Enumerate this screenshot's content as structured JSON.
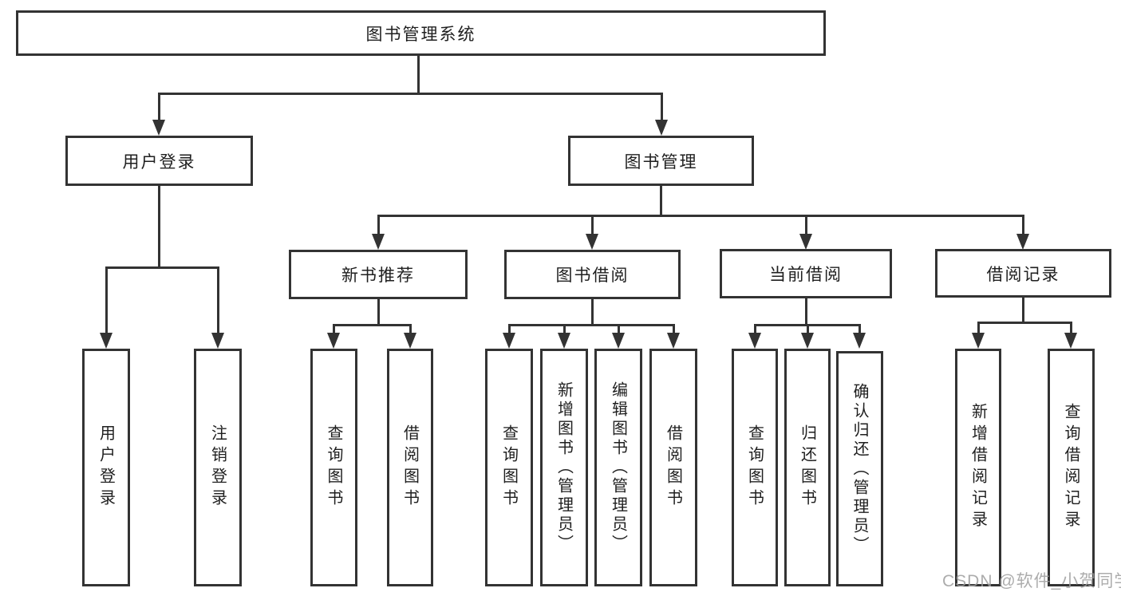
{
  "diagram": {
    "root": {
      "label": "图书管理系统"
    },
    "user_login": {
      "label": "用户登录",
      "children": [
        {
          "label": "用户登录"
        },
        {
          "label": "注销登录"
        }
      ]
    },
    "book_management": {
      "label": "图书管理",
      "groups": [
        {
          "label": "新书推荐",
          "children": [
            {
              "label": "查询图书"
            },
            {
              "label": "借阅图书"
            }
          ]
        },
        {
          "label": "图书借阅",
          "children": [
            {
              "label": "查询图书"
            },
            {
              "label": "新增图书（管理员）"
            },
            {
              "label": "编辑图书（管理员）"
            },
            {
              "label": "借阅图书"
            }
          ]
        },
        {
          "label": "当前借阅",
          "children": [
            {
              "label": "查询图书"
            },
            {
              "label": "归还图书"
            },
            {
              "label": "确认归还（管理员）"
            }
          ]
        },
        {
          "label": "借阅记录",
          "children": [
            {
              "label": "新增借阅记录"
            },
            {
              "label": "查询借阅记录"
            }
          ]
        }
      ]
    }
  },
  "watermark": {
    "text": "CSDN @软件_小贺同学"
  },
  "colors": {
    "line": "#333333",
    "text": "#1f1f1f",
    "box_background": "#ffffff",
    "watermark": "#9e9e9e",
    "background": "#ffffff"
  }
}
